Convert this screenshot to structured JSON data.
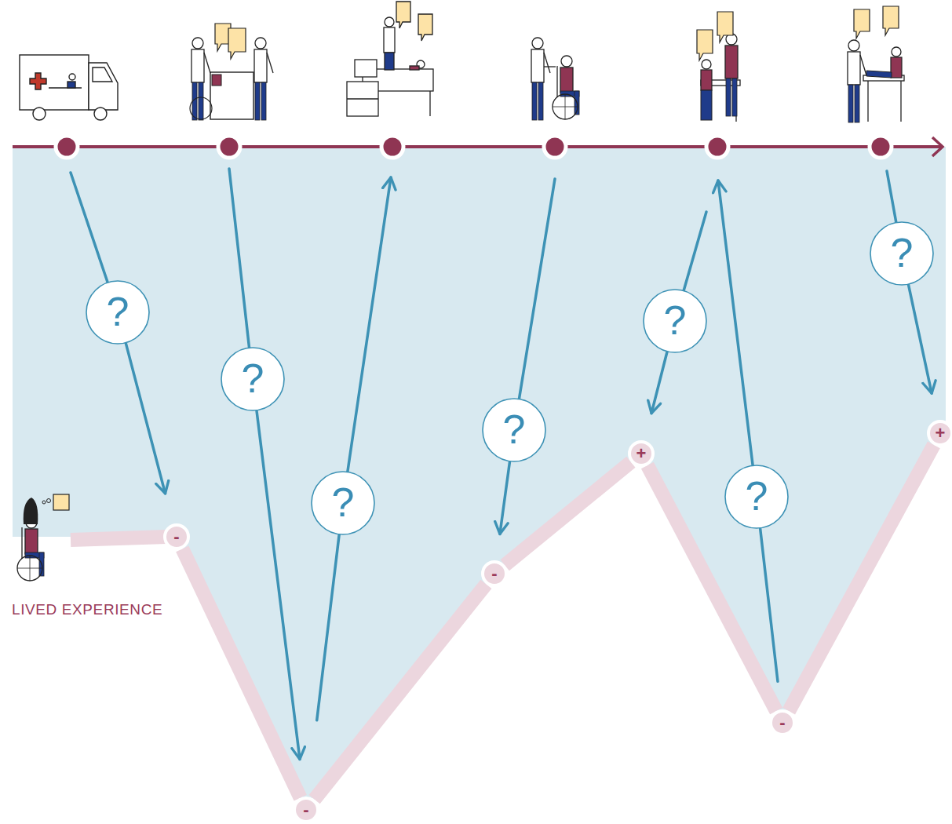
{
  "diagram": {
    "nodes": [
      {
        "text": [
          "?"
        ]
      },
      {
        "text": [
          "-"
        ]
      },
      {
        "text": [
          "?"
        ]
      },
      {
        "text": [
          "-"
        ]
      },
      {
        "text": [
          "?"
        ]
      },
      {
        "text": [
          "-"
        ]
      },
      {
        "text": [
          "?"
        ]
      },
      {
        "text": [
          "+"
        ]
      },
      {
        "text": [
          "?"
        ]
      },
      {
        "text": [
          "?"
        ]
      },
      {
        "text": [
          "-"
        ]
      },
      {
        "text": [
          "?"
        ]
      },
      {
        "text": [
          "+"
        ]
      }
    ],
    "edges": [
      {
        "from": 1,
        "to": 3,
        "arrow": "none"
      },
      {
        "from": 3,
        "to": 5,
        "arrow": "none"
      },
      {
        "from": 5,
        "to": 7,
        "arrow": "none"
      },
      {
        "from": 7,
        "to": 10,
        "arrow": "none"
      },
      {
        "from": 10,
        "to": 12,
        "arrow": "none"
      },
      {
        "from": 0,
        "to": 1,
        "arrow": "to"
      },
      {
        "from": 2,
        "to": 3,
        "arrow": "to"
      },
      {
        "from": 3,
        "to": 4,
        "arrow": "none"
      },
      {
        "from": 6,
        "to": 5,
        "arrow": "to"
      },
      {
        "from": 8,
        "to": 7,
        "arrow": "to"
      },
      {
        "from": 10,
        "to": 9,
        "arrow": "none"
      },
      {
        "from": 11,
        "to": 12,
        "arrow": "to"
      }
    ],
    "labels": [
      "LIVED EXPERIENCE"
    ]
  }
}
